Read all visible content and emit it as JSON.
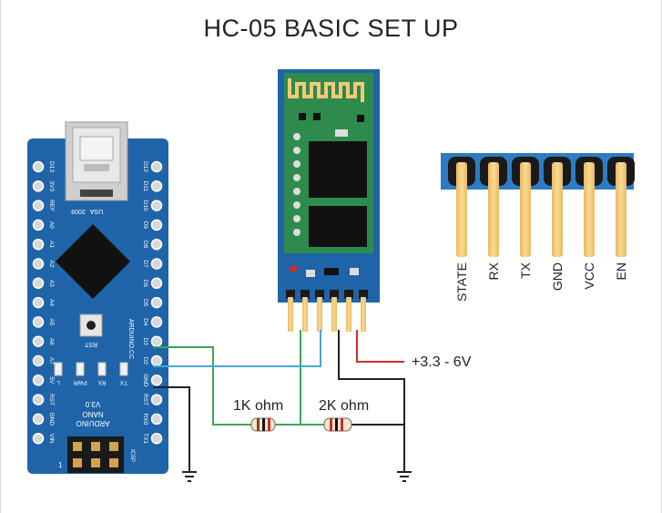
{
  "title": "HC-05 BASIC SET UP",
  "colors": {
    "board_blue": "#1f64a8",
    "board_blue_dark": "#184f86",
    "module_green": "#2e8b4d",
    "module_green_dark": "#23733e",
    "pin_gold": "#f4c978",
    "wire_green": "#3ba75a",
    "wire_blue": "#4aa6dd",
    "wire_red": "#c9302c",
    "wire_black": "#222222",
    "chip_black": "#111111"
  },
  "arduino": {
    "left_pins": [
      "D13",
      "3V3",
      "REF",
      "A0",
      "A1",
      "A2",
      "A3",
      "A4",
      "A5",
      "A6",
      "A7",
      "5V",
      "RST",
      "GND",
      "VIN"
    ],
    "right_pins": [
      "D12",
      "D11",
      "D10",
      "D9",
      "D8",
      "D7",
      "D6",
      "D5",
      "D4",
      "D3",
      "D2",
      "GND",
      "RST",
      "RX0",
      "TX1"
    ],
    "leds": [
      "L",
      "PWR",
      "RX",
      "TX"
    ],
    "labels": {
      "usa": "USA",
      "year": "2009",
      "rst": "RST",
      "cc": "ARDUINO.CC",
      "name1": "ARDUINO",
      "name2": "NANO",
      "version": "V3.0",
      "icsp": "ICSP",
      "one": "1"
    }
  },
  "pin_header": {
    "pins": [
      "STATE",
      "RX",
      "TX",
      "GND",
      "VCC",
      "EN"
    ]
  },
  "circuit": {
    "resistor1": "1K ohm",
    "resistor2": "2K ohm",
    "supply": "+3.3 - 6V"
  }
}
